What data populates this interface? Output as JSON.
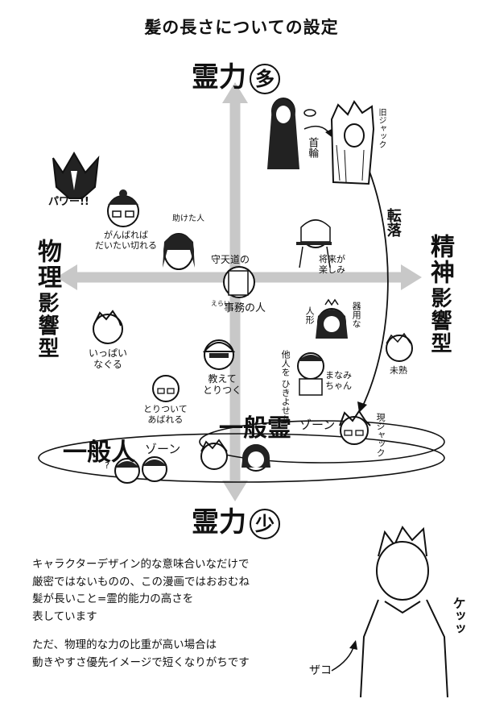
{
  "title": "髪の長さについての設定",
  "axis": {
    "top_label": "霊力",
    "top_circle": "多",
    "bottom_label": "霊力",
    "bottom_circle": "少",
    "left_main": "物理",
    "left_sub": "影響型",
    "right_main": "精神",
    "right_sub": "影響型"
  },
  "characters": {
    "necklace_label": "首輪",
    "old_jack": "旧ジャック",
    "transform": "転落",
    "power": "パワー!!",
    "helped": "助けた人",
    "ganbareba": "がんばれば\nだいたい切れる",
    "manga_artist": "将来が\n楽しみ",
    "shuten": "守天道の",
    "eraii": "えらい",
    "jimusho": "事務の人",
    "ippai": "いっぱい\nなぐる",
    "kiyou": "器用な",
    "ningyou": "人形",
    "manami": "まなみ\nちゃん",
    "tanin": "他人を\nひきよせた",
    "mijuku": "未熟",
    "oshiete": "教えて\nとりつく",
    "toritsuite": "とりついて\nあばれる",
    "gen_jack": "現ジャック",
    "question": "?"
  },
  "bands": {
    "ippanrei": "一般霊",
    "ippanrei_zone": "ゾーン",
    "ippanjin": "一般人",
    "ippanjin_zone": "ゾーン"
  },
  "notes": {
    "p1": "キャラクターデザイン的な意味合いなだけで",
    "p2": "厳密ではないものの、この漫画ではおおむね",
    "p3": "髪が長いこと=霊的能力の高さを",
    "p4": "表しています",
    "p5": "ただ、物理的な力の比重が高い場合は",
    "p6": "動きやすさ優先イメージで短くなりがちです"
  },
  "bottom_char": {
    "ketsu": "ケッッ",
    "zako": "ザコ"
  }
}
